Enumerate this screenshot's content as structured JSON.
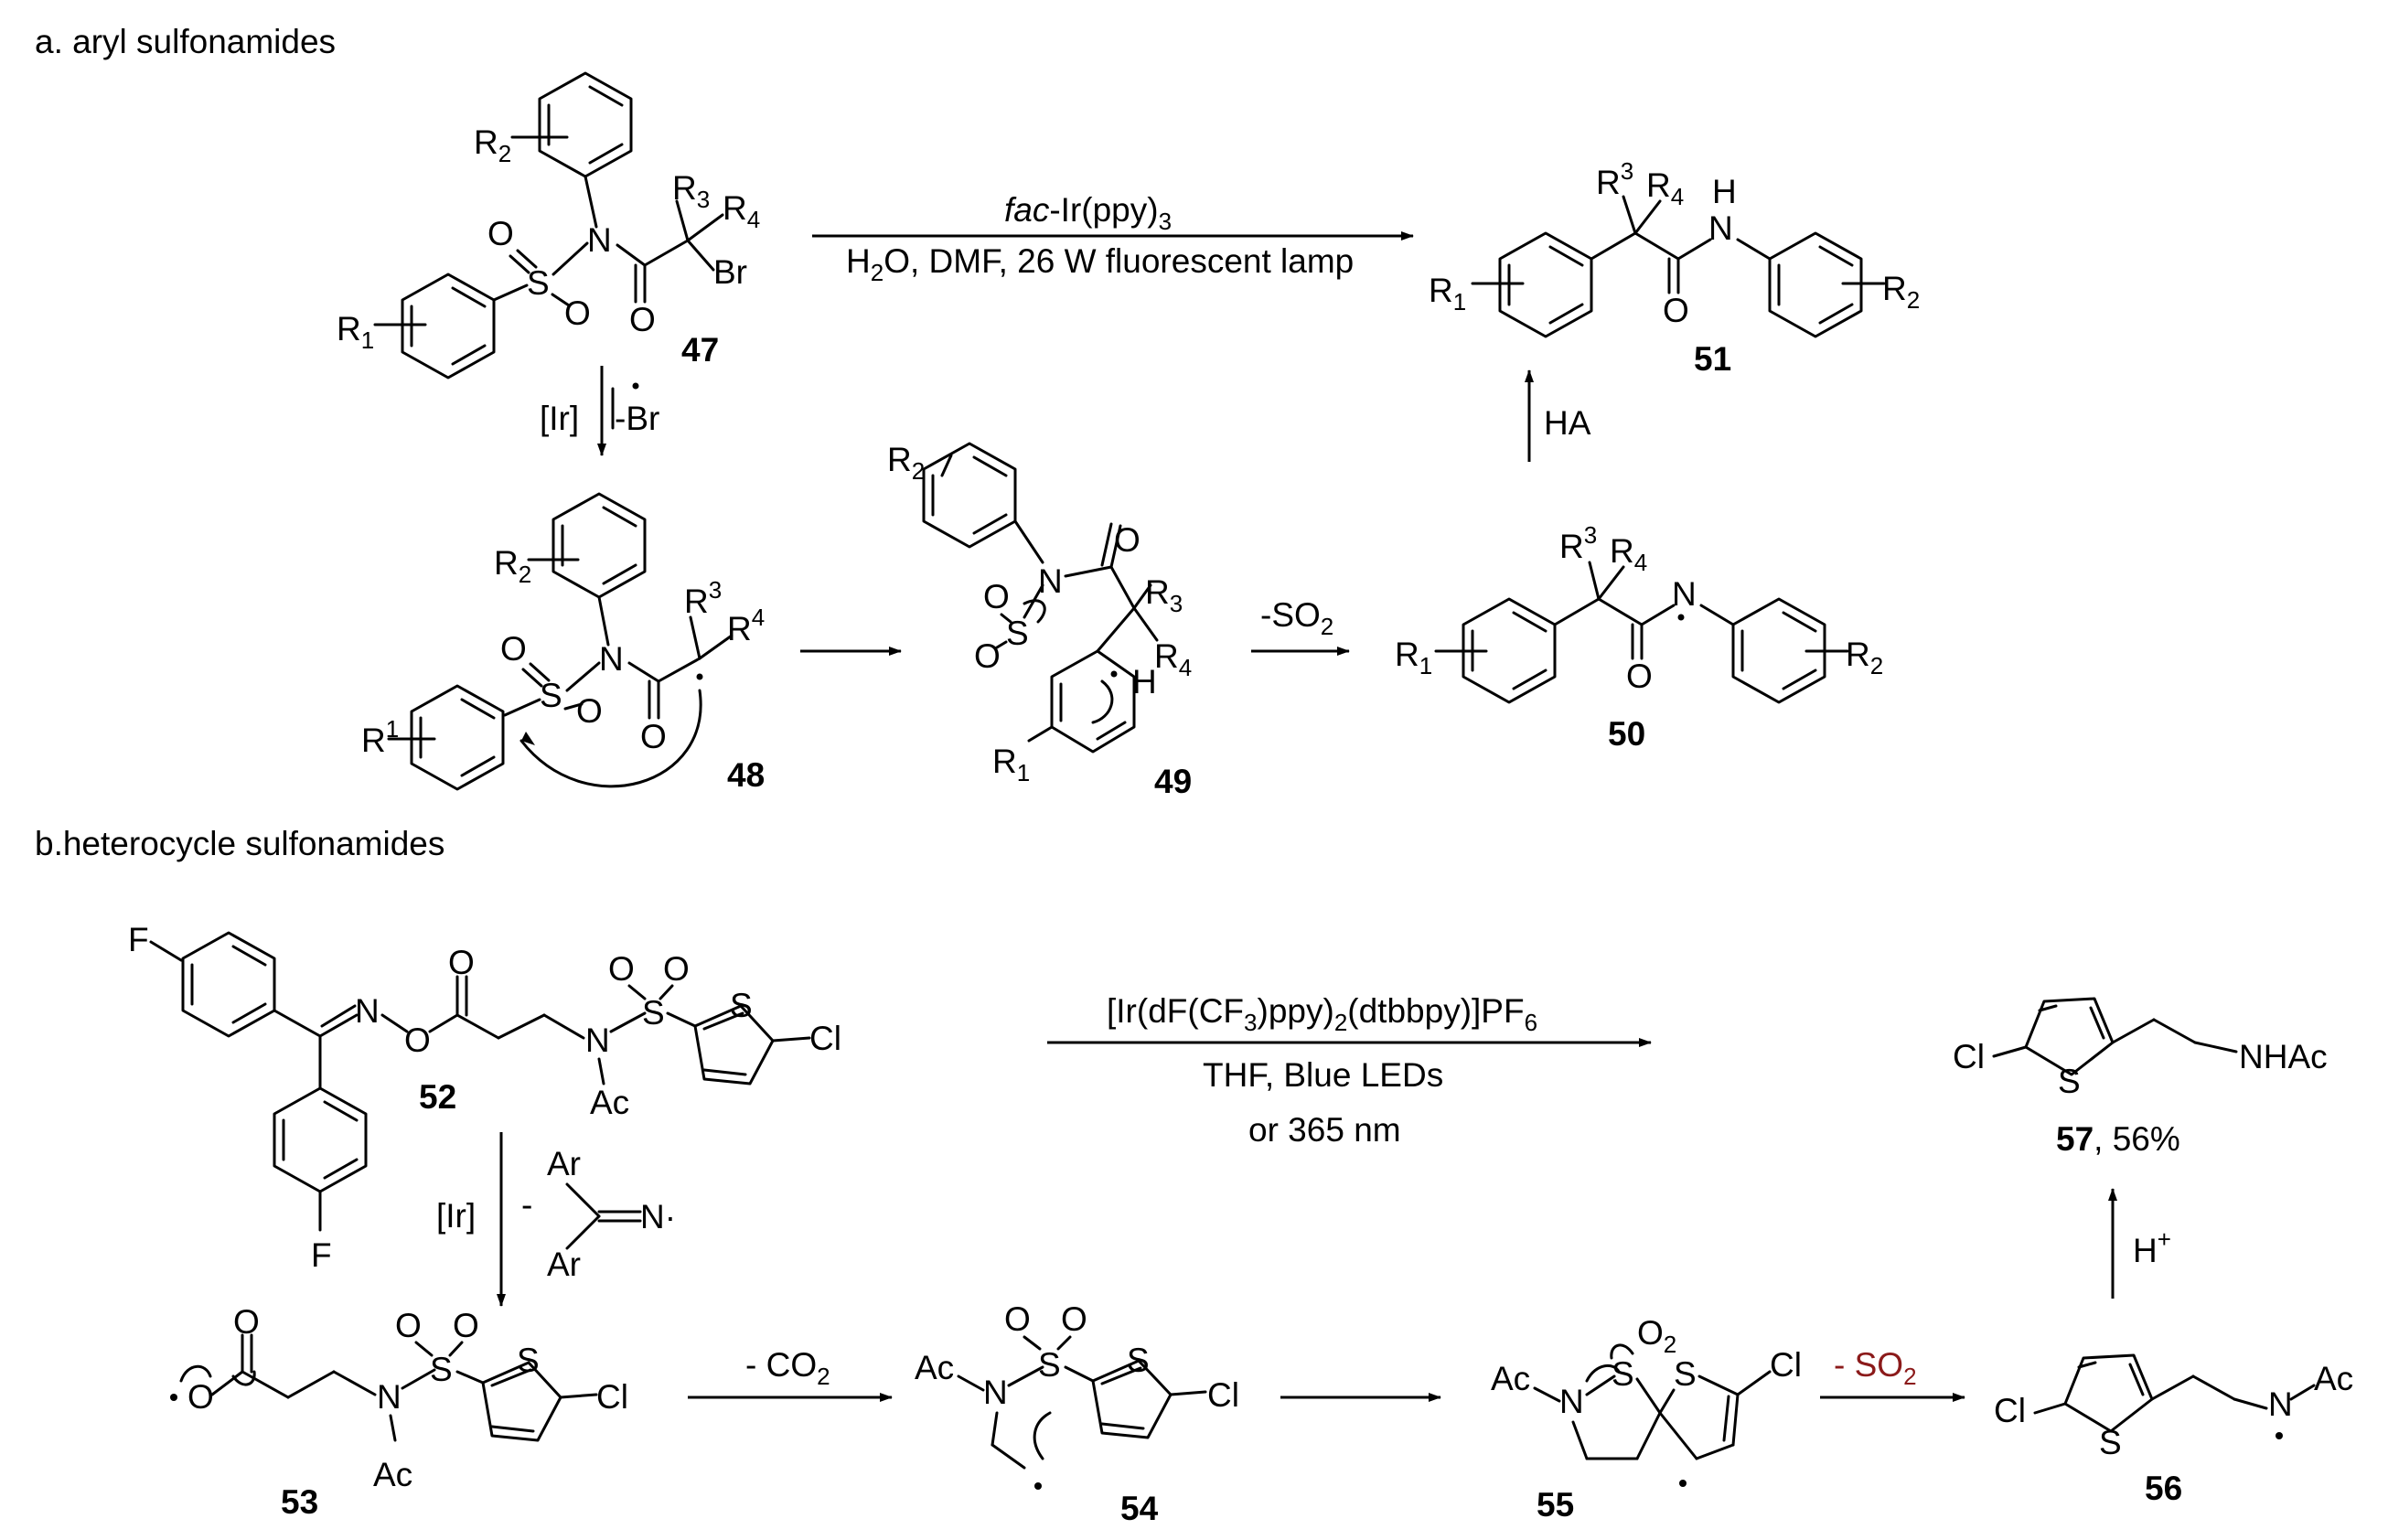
{
  "sections": {
    "a_title": "a. aryl sulfonamides",
    "b_title": "b.heterocycle sulfonamides"
  },
  "compounds": {
    "c47": "47",
    "c48": "48",
    "c49": "49",
    "c50": "50",
    "c51": "51",
    "c52": "52",
    "c53": "53",
    "c54": "54",
    "c55": "55",
    "c56": "56",
    "c57": "57",
    "c57_yield": ", 56%"
  },
  "conditions": {
    "a_catalyst_italic": "fac",
    "a_catalyst_rest": "-Ir(ppy)",
    "a_catalyst_sub": "3",
    "a_solvent_pre": "H",
    "a_solvent_sub": "2",
    "a_solvent_post": "O, DMF, 26 W fluorescent lamp",
    "a_ir": "[Ir]",
    "a_br": "-Br",
    "a_ha": "HA",
    "a_so2_pre": "-SO",
    "a_so2_sub": "2",
    "b_catalyst_1": "[Ir(dF(CF",
    "b_catalyst_sub1": "3",
    "b_catalyst_2": ")ppy)",
    "b_catalyst_sub2": "2",
    "b_catalyst_3": "(dtbbpy)]PF",
    "b_catalyst_sub3": "6",
    "b_line2": "THF, Blue LEDs",
    "b_line3": "or 365 nm",
    "b_ir": "[Ir]",
    "b_minus": "-",
    "b_ar1": "Ar",
    "b_ar2": "Ar",
    "b_n_radical": "N·",
    "b_co2_pre": "- CO",
    "b_co2_sub": "2",
    "b_so2_pre": "- SO",
    "b_so2_sub": "2",
    "b_hplus": "H",
    "b_hplus_sup": "+"
  },
  "atoms": {
    "R1": "R",
    "R1_sub": "1",
    "R2": "R",
    "R2_sub": "2",
    "R3": "R",
    "R3_sub": "3",
    "R4": "R",
    "R4_sub": "4",
    "S": "S",
    "O": "O",
    "N": "N",
    "Br": "Br",
    "H": "H",
    "F": "F",
    "Cl": "Cl",
    "Ac": "Ac",
    "NHAc": "NHAc",
    "O2": "O",
    "O2_sub": "2"
  },
  "colors": {
    "ink": "#000000",
    "highlight": "#8b1a1a"
  }
}
